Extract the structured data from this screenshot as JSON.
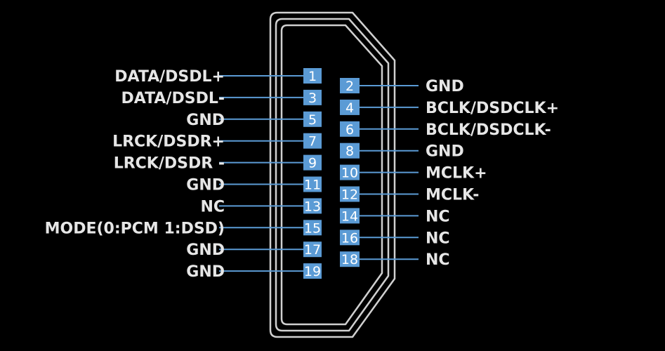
{
  "diagram": {
    "colors": {
      "background": "#000000",
      "outline": "#d0d0d0",
      "pin": "#5b9bd5",
      "label": "#e6e6e6"
    },
    "left_pins": [
      {
        "number": "1",
        "label": "DATA/DSDL+"
      },
      {
        "number": "3",
        "label": "DATA/DSDL-"
      },
      {
        "number": "5",
        "label": "GND"
      },
      {
        "number": "7",
        "label": "LRCK/DSDR+"
      },
      {
        "number": "9",
        "label": "LRCK/DSDR -"
      },
      {
        "number": "11",
        "label": "GND"
      },
      {
        "number": "13",
        "label": "NC"
      },
      {
        "number": "15",
        "label": "MODE(0:PCM 1:DSD)"
      },
      {
        "number": "17",
        "label": "GND"
      },
      {
        "number": "19",
        "label": "GND"
      }
    ],
    "right_pins": [
      {
        "number": "2",
        "label": "GND"
      },
      {
        "number": "4",
        "label": "BCLK/DSDCLK+"
      },
      {
        "number": "6",
        "label": "BCLK/DSDCLK-"
      },
      {
        "number": "8",
        "label": "GND"
      },
      {
        "number": "10",
        "label": "MCLK+"
      },
      {
        "number": "12",
        "label": "MCLK-"
      },
      {
        "number": "14",
        "label": "NC"
      },
      {
        "number": "16",
        "label": "NC"
      },
      {
        "number": "18",
        "label": "NC"
      }
    ]
  }
}
